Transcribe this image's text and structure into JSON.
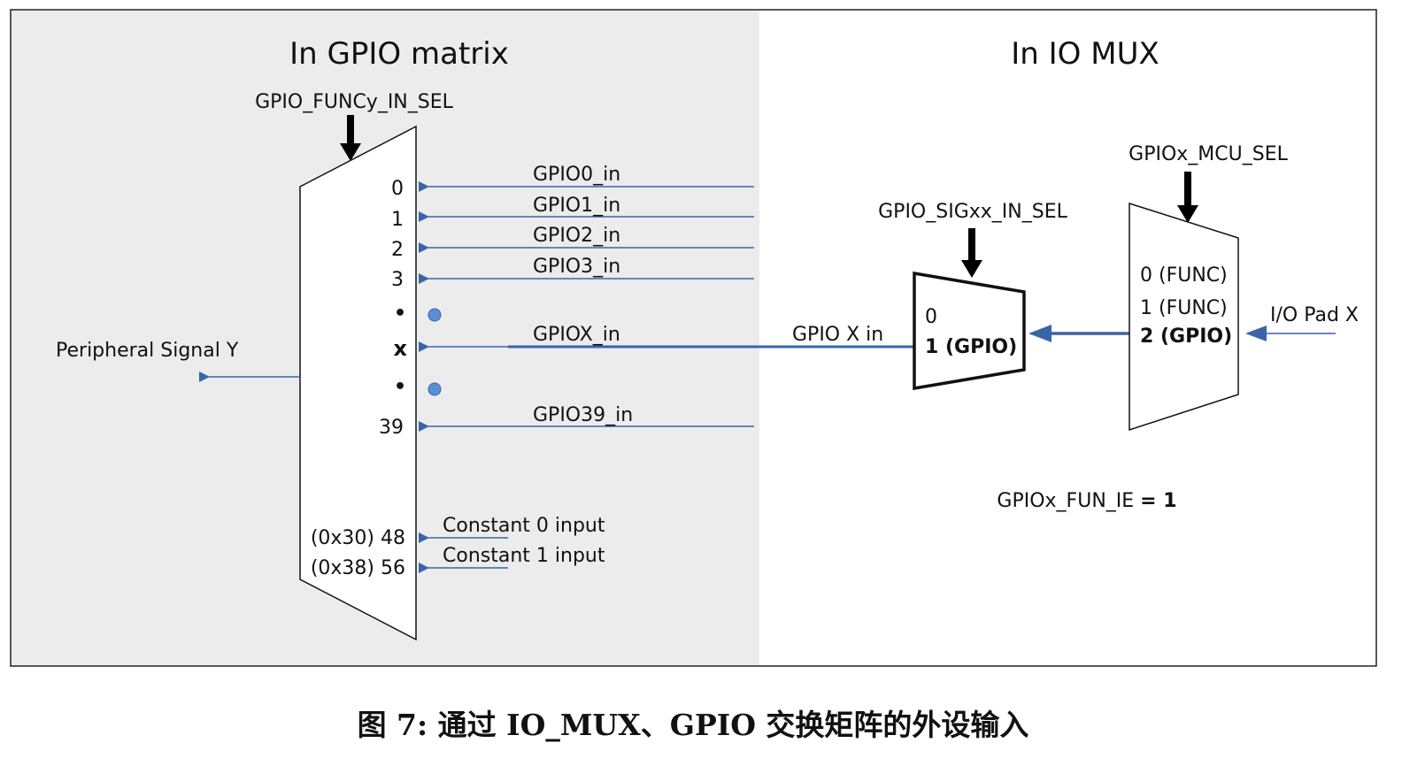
{
  "colors": {
    "matrix_bg": "#ececec",
    "io_bg": "#ffffff",
    "signal_line": "#3a64a6",
    "dot": "#5b8fd4",
    "select_arrow": "#000000",
    "frame": "#222222"
  },
  "sections": {
    "gpio_matrix_title": "In GPIO matrix",
    "io_mux_title": "In IO MUX"
  },
  "gpio_matrix": {
    "select_label": "GPIO_FUNCy_IN_SEL",
    "input_indices": [
      "0",
      "1",
      "2",
      "3",
      "x",
      "39"
    ],
    "dots_marker": "•",
    "signal_names": [
      "GPIO0_in",
      "GPIO1_in",
      "GPIO2_in",
      "GPIO3_in",
      "GPIOX_in",
      "GPIO39_in"
    ],
    "constant_inputs": [
      {
        "index": "(0x30) 48",
        "name": "Constant 0 input"
      },
      {
        "index": "(0x38) 56",
        "name": "Constant 1 input"
      }
    ],
    "output_label": "Peripheral Signal Y"
  },
  "io_mux": {
    "sig_mux_select_label": "GPIO_SIGxx_IN_SEL",
    "sig_mux_inputs": [
      "0",
      "1 (GPIO)"
    ],
    "gpio_x_in_label": "GPIO X in",
    "mcu_mux_select_label": "GPIOx_MCU_SEL",
    "mcu_mux_inputs": [
      "0 (FUNC)",
      "1 (FUNC)",
      "2 (GPIO)"
    ],
    "pad_label": "I/O Pad X",
    "fun_ie_name": "GPIOx_FUN_IE",
    "fun_ie_eq": "= 1"
  },
  "caption": "图 7: 通过 IO_MUX、GPIO 交换矩阵的外设输入"
}
